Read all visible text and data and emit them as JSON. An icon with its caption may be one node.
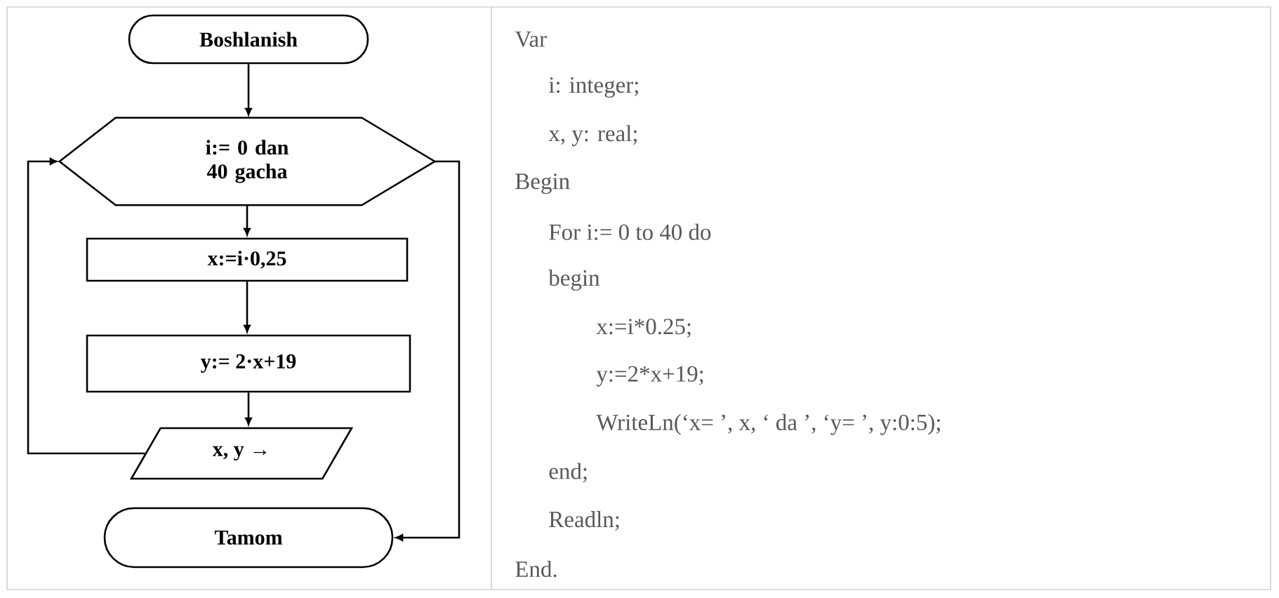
{
  "diagram": {
    "nodes": [
      {
        "text": [
          "Boshlanish"
        ]
      },
      {
        "text": [
          "i:= 0 dan 40 gacha"
        ]
      },
      {
        "text": [
          "x:=i·0,25"
        ]
      },
      {
        "text": [
          "y:= 2·x+19"
        ]
      },
      {
        "text": [
          "x, y →"
        ]
      },
      {
        "text": [
          "Tamom"
        ]
      }
    ],
    "edges": [
      {
        "from": 0,
        "to": 1,
        "arrow": "to"
      },
      {
        "from": 1,
        "to": 2,
        "arrow": "to"
      },
      {
        "from": 2,
        "to": 3,
        "arrow": "to"
      },
      {
        "from": 3,
        "to": 4,
        "arrow": "to"
      },
      {
        "from": 4,
        "to": 1,
        "arrow": "to"
      },
      {
        "from": 1,
        "to": 5,
        "arrow": "to"
      }
    ],
    "labels": [
      "Var",
      "i: integer;",
      "x, y: real;",
      "Begin",
      "For i:= 0 to 40 do",
      "begin",
      "x:=i*0.25;",
      "y:=2*x+19;",
      "WriteLn(‘x= ’, x, ‘ da ’, ‘y= ’, y:0:5);",
      "end;",
      "Readln;",
      "End."
    ]
  }
}
